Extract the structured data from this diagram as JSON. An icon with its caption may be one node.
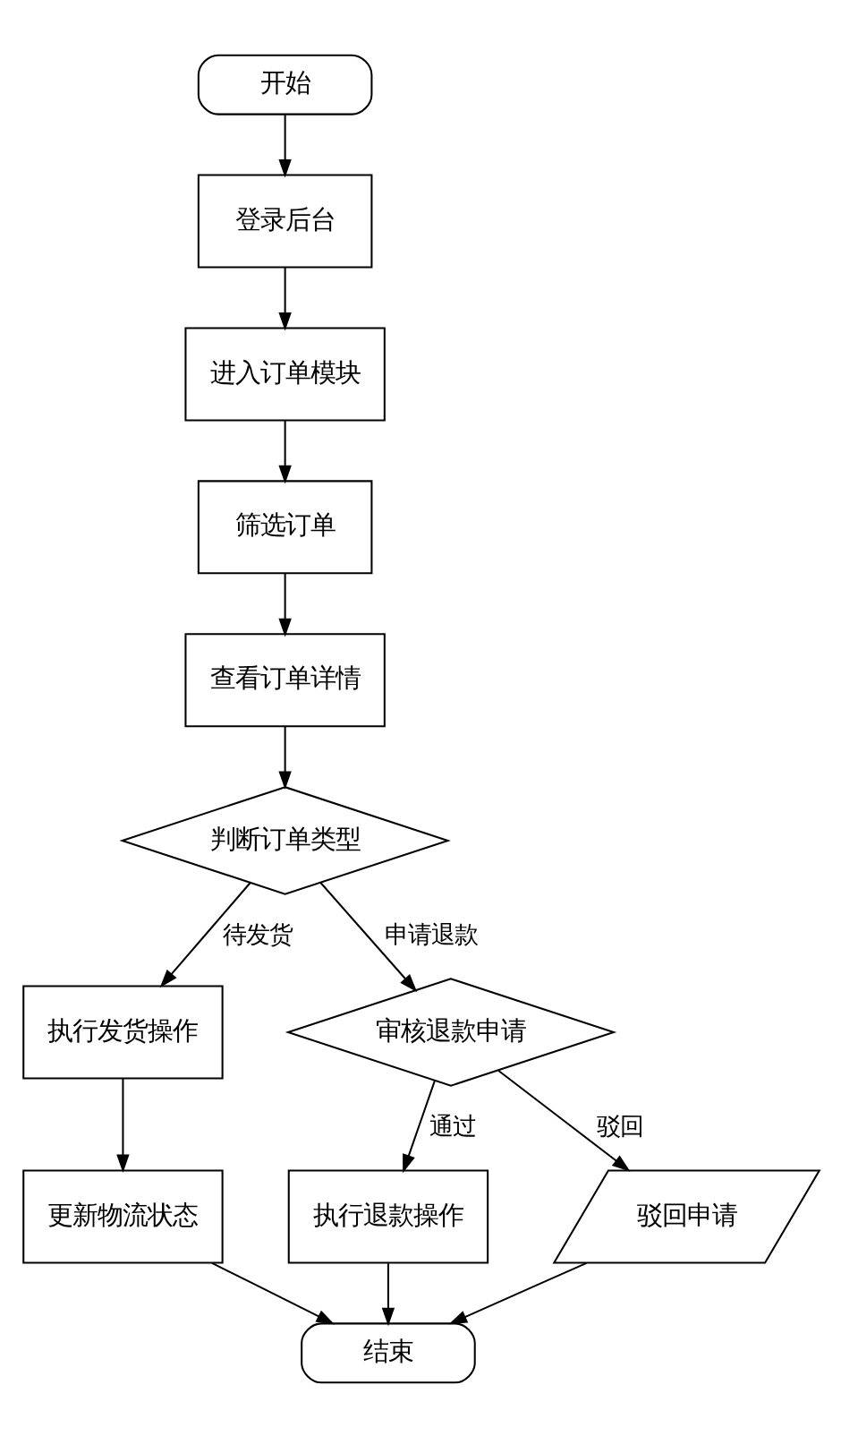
{
  "diagram": {
    "nodes": [
      {
        "text": [
          "开始"
        ]
      },
      {
        "text": [
          "登录后台"
        ]
      },
      {
        "text": [
          "进入订单模块"
        ]
      },
      {
        "text": [
          "筛选订单"
        ]
      },
      {
        "text": [
          "查看订单详情"
        ]
      },
      {
        "text": [
          "判断订单类型"
        ]
      },
      {
        "text": [
          "执行发货操作"
        ]
      },
      {
        "text": [
          "审核退款申请"
        ]
      },
      {
        "text": [
          "更新物流状态"
        ]
      },
      {
        "text": [
          "执行退款操作"
        ]
      },
      {
        "text": [
          "驳回申请"
        ]
      },
      {
        "text": [
          "结束"
        ]
      }
    ],
    "edges": [
      {
        "from": 0,
        "to": 1,
        "arrow": "to"
      },
      {
        "from": 1,
        "to": 2,
        "arrow": "to"
      },
      {
        "from": 2,
        "to": 3,
        "arrow": "to"
      },
      {
        "from": 3,
        "to": 4,
        "arrow": "to"
      },
      {
        "from": 4,
        "to": 5,
        "arrow": "to"
      },
      {
        "from": 5,
        "to": 6,
        "arrow": "to",
        "label": "待发货"
      },
      {
        "from": 5,
        "to": 7,
        "arrow": "to",
        "label": "申请退款"
      },
      {
        "from": 6,
        "to": 8,
        "arrow": "to"
      },
      {
        "from": 7,
        "to": 9,
        "arrow": "to",
        "label": "通过"
      },
      {
        "from": 7,
        "to": 10,
        "arrow": "to",
        "label": "驳回"
      },
      {
        "from": 8,
        "to": 11,
        "arrow": "to"
      },
      {
        "from": 9,
        "to": 11,
        "arrow": "to"
      },
      {
        "from": 10,
        "to": 11,
        "arrow": "to"
      }
    ]
  }
}
